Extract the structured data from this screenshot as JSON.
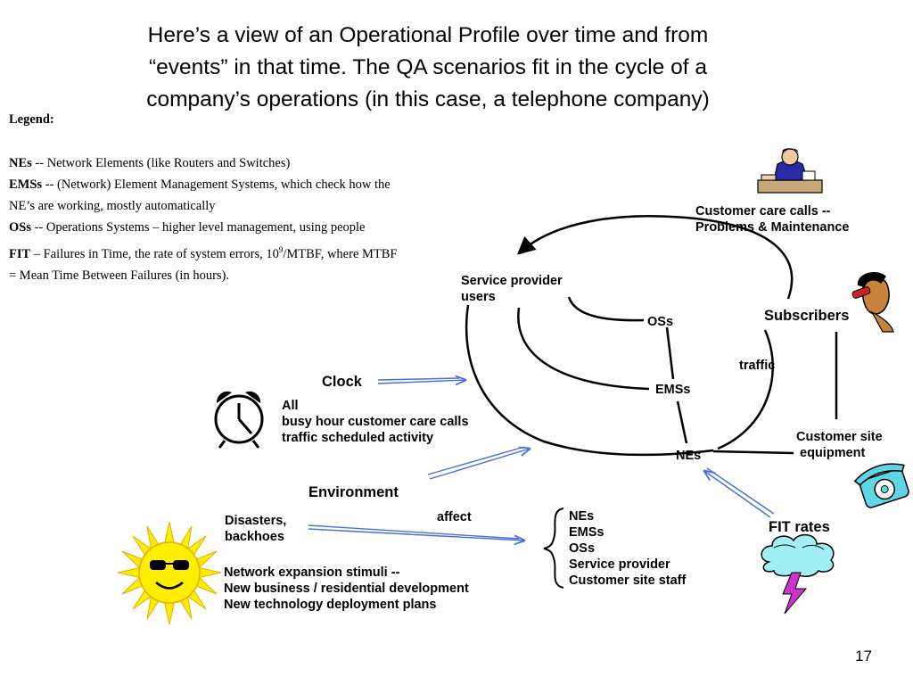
{
  "title": {
    "lines": [
      "Here’s a view of an Operational Profile over time and from",
      "“events” in that time. The QA scenarios fit in the cycle of a",
      "company’s operations (in this case, a telephone company)"
    ]
  },
  "legend": {
    "heading": "Legend:",
    "entries": [
      {
        "term": "NEs",
        "text": " -- Network Elements (like Routers and Switches)"
      },
      {
        "term": "EMSs",
        "text": " -- (Network) Element Management Systems, which check how the"
      },
      {
        "term": "",
        "text": "NE’s are working, mostly automatically"
      },
      {
        "term": "OSs",
        "text": " -- Operations Systems – higher level management, using people"
      },
      {
        "term": "FIT",
        "text_before": " – Failures in Time, the rate of system errors, 10",
        "sup": "9",
        "text_after": "/MTBF, where MTBF"
      },
      {
        "term": "",
        "text": "= Mean Time Between Failures (in hours)."
      }
    ]
  },
  "diagram": {
    "customer_care": [
      "Customer care calls --",
      "Problems & Maintenance"
    ],
    "service_provider": [
      "Service provider",
      "users"
    ],
    "oss": "OSs",
    "subscribers": "Subscribers",
    "traffic": "traffic",
    "emss": "EMSs",
    "nes": "NEs",
    "customer_site": [
      "Customer site",
      " equipment"
    ],
    "clock": "Clock",
    "clock_events": [
      "All",
      "busy hour customer care calls",
      "traffic scheduled activity"
    ],
    "environment": "Environment",
    "affect": "affect",
    "disasters": [
      "Disasters,",
      "backhoes"
    ],
    "affected_list": [
      "NEs",
      "EMSs",
      "OSs",
      "Service provider",
      "Customer site staff"
    ],
    "fit_rates": "FIT rates",
    "network_expansion": [
      "Network expansion stimuli --",
      "New business / residential development",
      "New technology deployment plans"
    ]
  },
  "colors": {
    "arrow_blue": "#4a6fd8",
    "sun_yellow": "#ffee00",
    "cloud_cyan": "#9ff0f4",
    "lightning": "#cc33cc",
    "phone_cyan": "#5fd6e6"
  },
  "icons": [
    "person-at-desk-icon",
    "person-on-phone-icon",
    "alarm-clock-icon",
    "sun-with-sunglasses-icon",
    "storm-cloud-icon",
    "telephone-icon"
  ],
  "page_number": "17"
}
